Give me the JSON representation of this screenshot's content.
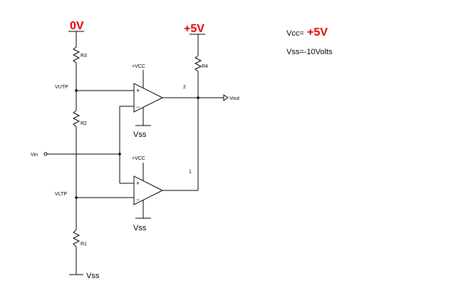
{
  "supplies": {
    "top_left": "0V",
    "top_right": "+5V",
    "bottom": "Vss",
    "opamp_vss_upper": "Vss",
    "opamp_vss_lower": "Vss",
    "opamp_vcc_upper": "+VCC",
    "opamp_vcc_lower": "+VCC"
  },
  "resistors": {
    "r1": "R1",
    "r2": "R2",
    "r3": "R3",
    "r4": "R4"
  },
  "nodes": {
    "vutp": "VUTP",
    "vltp": "VLTP",
    "vin": "Vin",
    "vout": "Vout",
    "pin2": "2",
    "pin1": "1"
  },
  "opamp_pins": {
    "upper_plus": "+",
    "upper_minus": "−",
    "lower_plus": "+",
    "lower_minus": "−"
  },
  "notes": {
    "vcc_prefix": "Vcc=",
    "vcc_value": "+5V",
    "vss_line": "Vss=-10Volts"
  },
  "colors": {
    "supply_label": "#e00000",
    "wire": "#000000"
  }
}
